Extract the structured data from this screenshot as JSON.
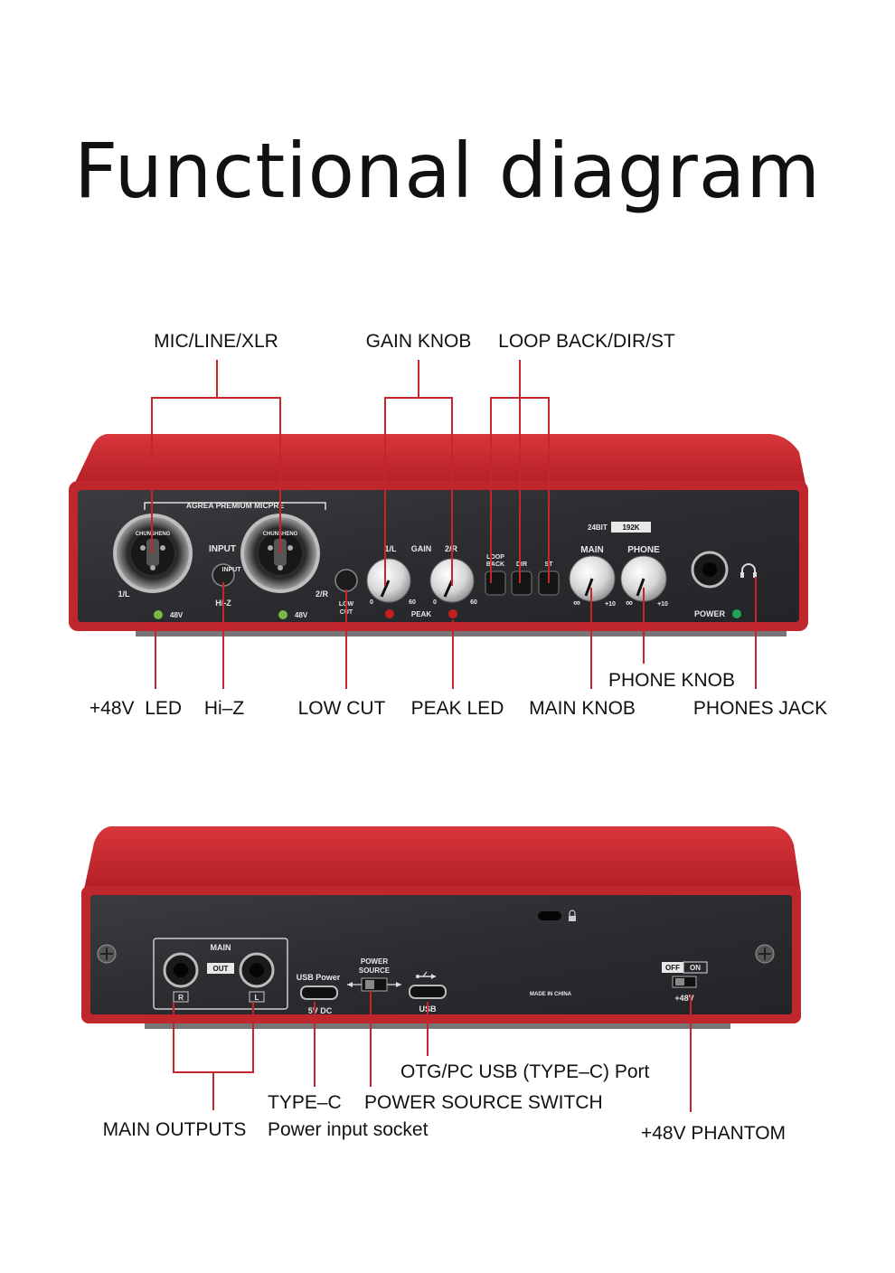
{
  "title": "Functional diagram",
  "front": {
    "callouts": {
      "mic_line_xlr": "MIC/LINE/XLR",
      "gain_knob": "GAIN KNOB",
      "loop_back_dir_st": "LOOP BACK/DIR/ST",
      "plus48v_led": "+48V  LED",
      "hi_z": "Hi–Z",
      "low_cut": "LOW CUT",
      "peak_led": "PEAK LED",
      "main_knob": "MAIN KNOB",
      "phone_knob": "PHONE KNOB",
      "phones_jack": "PHONES JACK"
    },
    "panel": {
      "micpre_label": "AGREA PREMIUM MICPRE",
      "ch1": "1/L",
      "ch2": "2/R",
      "input": "INPUT",
      "input_small": "INPUT",
      "hi_z": "Hi-Z",
      "led_48v_1": "48V",
      "led_48v_2": "48V",
      "low": "LOW",
      "cut": "CUT",
      "gain_1": "1/L",
      "gain": "GAIN",
      "gain_2": "2/R",
      "scale_0a": "0",
      "scale_60a": "60",
      "scale_0b": "0",
      "scale_60b": "60",
      "peak": "PEAK",
      "loop": "LOOP",
      "back": "BACK",
      "dir": "DIR",
      "st": "ST",
      "bit": "24BIT",
      "rate": "192K",
      "main": "MAIN",
      "phone": "PHONE",
      "inf_a": "∞",
      "plus10_a": "+10",
      "inf_b": "∞",
      "plus10_b": "+10",
      "power": "POWER",
      "xlr_brand": "CHUNSHENG"
    },
    "colors": {
      "chassis": "#c0272d",
      "panel": "#2b2d30",
      "led_green": "#7ab648",
      "led_red": "#c81e1e",
      "power_led": "#1fa35a"
    }
  },
  "rear": {
    "callouts": {
      "otg_port": "OTG/PC USB (TYPE–C) Port",
      "type_c": "TYPE–C",
      "power_source_switch": "POWER SOURCE SWITCH",
      "main_outputs": "MAIN OUTPUTS",
      "power_input_socket": "Power input socket",
      "phantom": "+48V PHANTOM"
    },
    "panel": {
      "main": "MAIN",
      "out": "OUT",
      "r": "R",
      "l": "L",
      "usb_power": "USB Power",
      "power_source_1": "POWER",
      "power_source_2": "SOURCE",
      "dc": "5V DC",
      "usb": "USB",
      "made_in": "MADE IN CHINA",
      "off": "OFF",
      "on": "ON",
      "plus48v": "+48V"
    }
  }
}
